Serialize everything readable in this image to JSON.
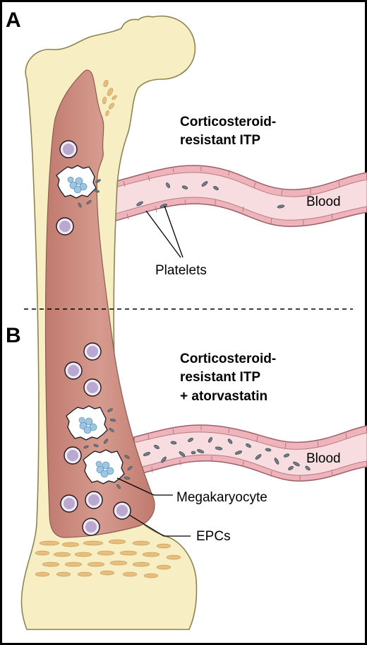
{
  "panels": {
    "a": {
      "letter": "A",
      "heading_line1": "Corticosteroid-",
      "heading_line2": "resistant ITP",
      "vessel_label": "Blood",
      "pointer_label": "Platelets"
    },
    "b": {
      "letter": "B",
      "heading_line1": "Corticosteroid-",
      "heading_line2": "resistant ITP",
      "heading_line3": "+ atorvastatin",
      "vessel_label": "Blood",
      "megakaryocyte_label": "Megakaryocyte",
      "epc_label": "EPCs"
    }
  },
  "colors": {
    "bone": "#f8eec4",
    "bone_outline": "#8c8450",
    "marrow": "#c98578",
    "marrow_inner": "#d59a8d",
    "vessel_wall": "#efb8bf",
    "vessel_lumen": "#f8dde0",
    "epc_fill": "#b9a8cf",
    "megakaryocyte_nuclei": "#9bc6e6",
    "platelet": "#6f7d86",
    "trabecula": "#e9bd7c"
  }
}
